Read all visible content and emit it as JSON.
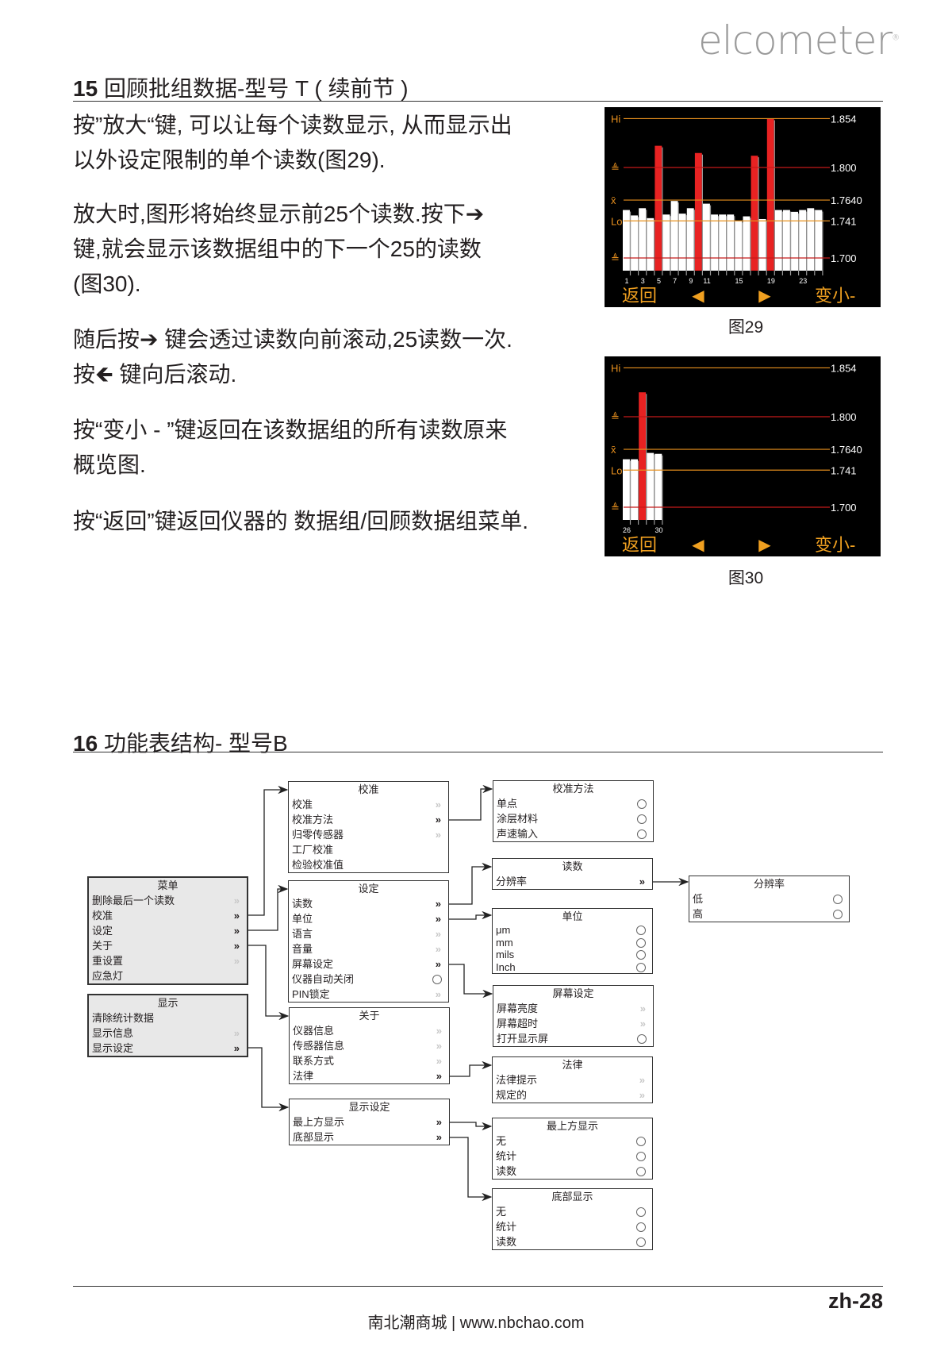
{
  "brand": "elcometer",
  "section15": {
    "number": "15",
    "title": "回顾批组数据-型号 T ( 续前节 )",
    "paragraphs": [
      [
        "按”放大“键, 可以让每个读数显示, 从而显示出",
        "以外设定限制的单个读数(图29)."
      ],
      [
        "放大时,图形将始终显示前25个读数.按下➔",
        "键,就会显示该数据组中的下一个25的读数",
        "(图30)."
      ],
      [
        "随后按➔ 键会透过读数向前滚动,25读数一次.",
        "按🡸 键向后滚动."
      ],
      [
        "按“变小 - ”键返回在该数据组的所有读数原来",
        "概览图."
      ],
      [
        "按“返回”键返回仪器的 数据组/回顾数据组菜单."
      ]
    ]
  },
  "chart_data": [
    {
      "type": "bar",
      "caption": "图29",
      "categories": [
        "1",
        "2",
        "3",
        "4",
        "5",
        "6",
        "7",
        "8",
        "9",
        "10",
        "11",
        "12",
        "13",
        "14",
        "15",
        "16",
        "17",
        "18",
        "19",
        "20",
        "21",
        "22",
        "23",
        "24",
        "25"
      ],
      "tick_labels": [
        "1",
        "3",
        "5",
        "7",
        "9",
        "11",
        "15",
        "19",
        "23"
      ],
      "tick_label_for": [
        1,
        3,
        5,
        7,
        9,
        11,
        15,
        19,
        23
      ],
      "values": [
        1.753,
        1.747,
        1.755,
        1.744,
        1.824,
        1.748,
        1.763,
        1.749,
        1.755,
        1.816,
        1.76,
        1.748,
        1.748,
        1.748,
        1.741,
        1.746,
        1.813,
        1.743,
        1.854,
        1.753,
        1.753,
        1.751,
        1.753,
        1.755,
        1.753
      ],
      "out_of_limit": [
        false,
        false,
        false,
        false,
        true,
        false,
        false,
        false,
        false,
        true,
        false,
        false,
        false,
        false,
        false,
        false,
        true,
        false,
        true,
        false,
        false,
        false,
        false,
        false,
        false
      ],
      "reference_lines": [
        {
          "label": "Hi",
          "value": 1.854,
          "value_label": "1.854",
          "color": "#e8901e"
        },
        {
          "label": "≜",
          "value": 1.8,
          "value_label": "1.800",
          "color": "#c41a1a"
        },
        {
          "label": "x̄",
          "value": 1.764,
          "value_label": "1.7640",
          "color": "#e8901e"
        },
        {
          "label": "Lo",
          "value": 1.741,
          "value_label": "1.741",
          "color": "#e8901e"
        },
        {
          "label": "≜",
          "value": 1.7,
          "value_label": "1.700",
          "color": "#c41a1a"
        }
      ],
      "ylim": [
        1.686,
        1.87
      ],
      "softkeys": [
        "返回",
        "🡸",
        "🡺",
        "变小-"
      ]
    },
    {
      "type": "bar",
      "caption": "图30",
      "categories": [
        "26",
        "27",
        "28",
        "29",
        "30"
      ],
      "tick_labels": [
        "26",
        "30"
      ],
      "tick_label_for": [
        26,
        30
      ],
      "values": [
        1.753,
        1.753,
        1.827,
        1.76,
        1.759
      ],
      "out_of_limit": [
        false,
        false,
        true,
        false,
        false
      ],
      "reference_lines": [
        {
          "label": "Hi",
          "value": 1.854,
          "value_label": "1.854",
          "color": "#e8901e"
        },
        {
          "label": "≜",
          "value": 1.8,
          "value_label": "1.800",
          "color": "#c41a1a"
        },
        {
          "label": "x̄",
          "value": 1.764,
          "value_label": "1.7640",
          "color": "#e8901e"
        },
        {
          "label": "Lo",
          "value": 1.741,
          "value_label": "1.741",
          "color": "#e8901e"
        },
        {
          "label": "≜",
          "value": 1.7,
          "value_label": "1.700",
          "color": "#c41a1a"
        }
      ],
      "ylim": [
        1.686,
        1.87
      ],
      "softkeys": [
        "返回",
        "🡸",
        "🡺",
        "变小-"
      ]
    }
  ],
  "section16": {
    "number": "16",
    "title": "功能表结构- 型号B",
    "menus": {
      "menu": {
        "title": "菜单",
        "items": [
          [
            "删除最后一个读数",
            "dim"
          ],
          [
            "校准",
            "sub"
          ],
          [
            "设定",
            "sub"
          ],
          [
            "关于",
            "sub"
          ],
          [
            "重设置",
            "dim"
          ],
          [
            "应急灯",
            ""
          ]
        ]
      },
      "display": {
        "title": "显示",
        "items": [
          [
            "清除统计数据",
            ""
          ],
          [
            "显示信息",
            "dim"
          ],
          [
            "显示设定",
            "sub"
          ]
        ]
      },
      "calibration": {
        "title": "校准",
        "items": [
          [
            "校准",
            "dim"
          ],
          [
            "校准方法",
            "sub"
          ],
          [
            "归零传感器",
            "dim"
          ],
          [
            "工厂校准",
            ""
          ],
          [
            "检验校准值",
            ""
          ]
        ]
      },
      "settings": {
        "title": "设定",
        "items": [
          [
            "读数",
            "sub"
          ],
          [
            "单位",
            "sub"
          ],
          [
            "语言",
            "dim"
          ],
          [
            "音量",
            "dim"
          ],
          [
            "屏幕设定",
            "sub"
          ],
          [
            "仪器自动关闭",
            "radio"
          ],
          [
            "PIN锁定",
            "dim"
          ]
        ]
      },
      "about": {
        "title": "关于",
        "items": [
          [
            "仪器信息",
            "dim"
          ],
          [
            "传感器信息",
            "dim"
          ],
          [
            "联系方式",
            "dim"
          ],
          [
            "法律",
            "sub"
          ]
        ]
      },
      "display_settings": {
        "title": "显示设定",
        "items": [
          [
            "最上方显示",
            "sub"
          ],
          [
            "底部显示",
            "sub"
          ]
        ]
      },
      "cal_method": {
        "title": "校准方法",
        "items": [
          [
            "单点",
            "radio"
          ],
          [
            "涂层材料",
            "radio"
          ],
          [
            "声速输入",
            "radio"
          ]
        ]
      },
      "readings": {
        "title": "读数",
        "items": [
          [
            "分辨率",
            "sub"
          ]
        ]
      },
      "resolution": {
        "title": "分辨率",
        "items": [
          [
            "低",
            "radio"
          ],
          [
            "高",
            "radio"
          ]
        ]
      },
      "units": {
        "title": "单位",
        "items": [
          [
            "μm",
            "radio"
          ],
          [
            "mm",
            "radio"
          ],
          [
            "mils",
            "radio"
          ],
          [
            "Inch",
            "radio"
          ]
        ]
      },
      "screen": {
        "title": "屏幕设定",
        "items": [
          [
            "屏幕亮度",
            "dim"
          ],
          [
            "屏幕超时",
            "dim"
          ],
          [
            "打开显示屏",
            "radio"
          ]
        ]
      },
      "legal": {
        "title": "法律",
        "items": [
          [
            "法律提示",
            "dim"
          ],
          [
            "规定的",
            "dim"
          ]
        ]
      },
      "top_display": {
        "title": "最上方显示",
        "items": [
          [
            "无",
            "radio"
          ],
          [
            "统计",
            "radio"
          ],
          [
            "读数",
            "radio"
          ]
        ]
      },
      "bottom_display": {
        "title": "底部显示",
        "items": [
          [
            "无",
            "radio"
          ],
          [
            "统计",
            "radio"
          ],
          [
            "读数",
            "radio"
          ]
        ]
      }
    },
    "submenu_mark": "»"
  },
  "footer": {
    "page": "zh-28",
    "site": "南北潮商城 | www.nbchao.com"
  }
}
